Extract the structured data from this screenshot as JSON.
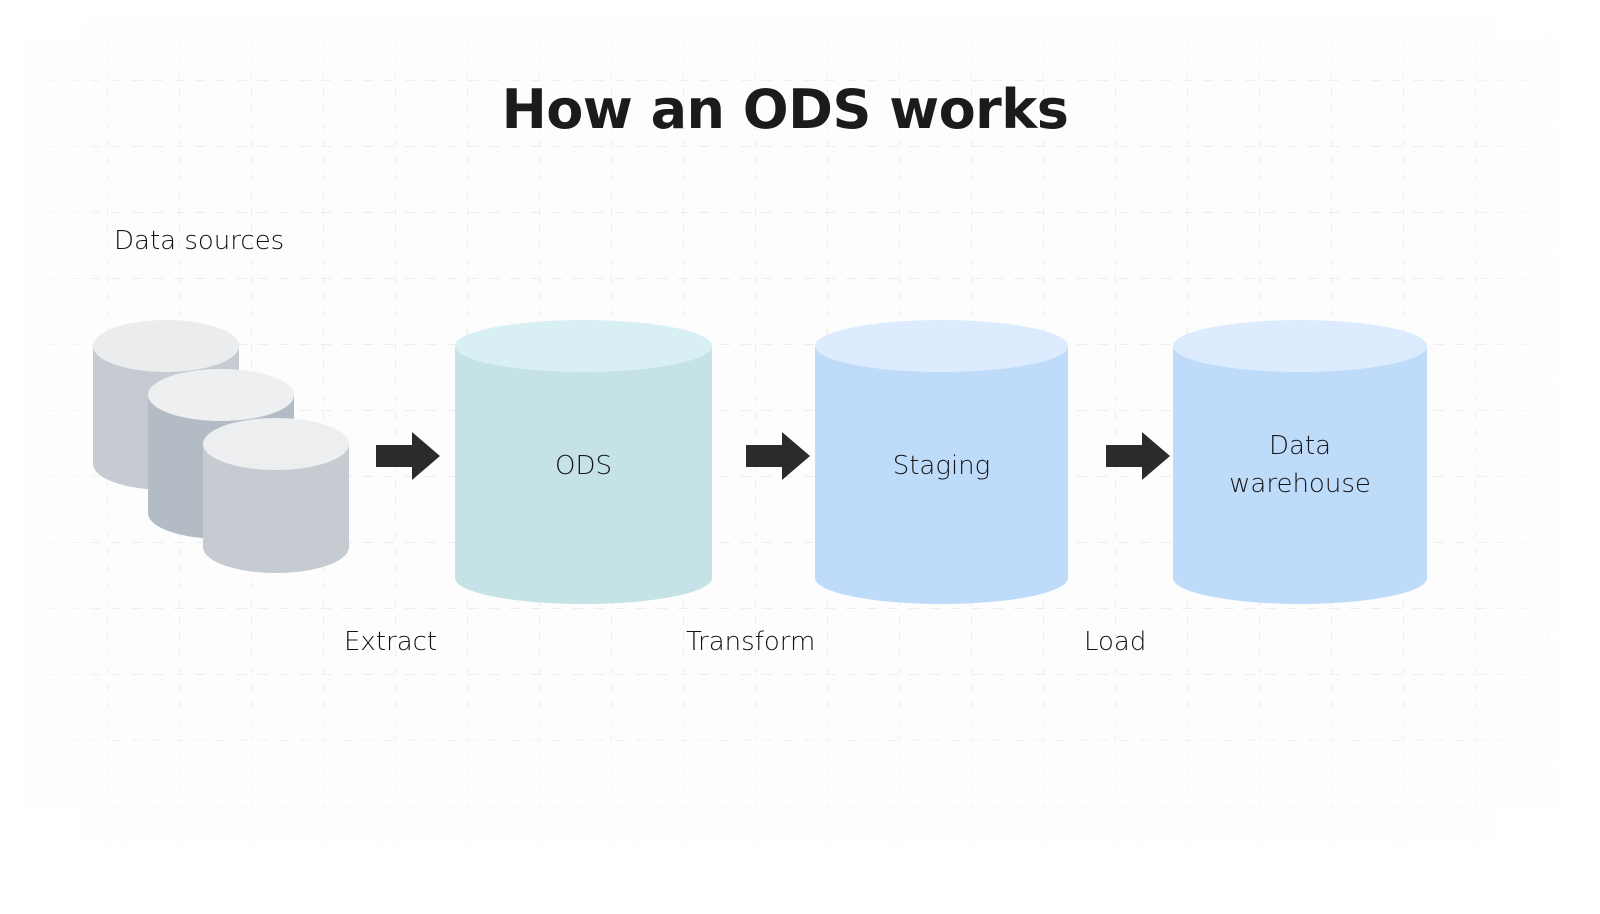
{
  "page": {
    "title": "How an ODS works",
    "background_color": "#fdfdfd",
    "grid_color": "#ededed"
  },
  "labels": {
    "data_sources": "Data sources",
    "extract": "Extract",
    "transform": "Transform",
    "load": "Load"
  },
  "diagram": {
    "type": "flow-diagram",
    "source_stack": {
      "name": "Data sources",
      "count": 3,
      "body_colors": [
        "#c5cbd1",
        "#b3bcc4",
        "#c5cbd1"
      ],
      "top_colors": [
        "#eaecee",
        "#eeeff1",
        "#eceef0"
      ]
    },
    "nodes": [
      {
        "id": "ods",
        "label": "ODS",
        "body_color": "#c5e2e6",
        "top_color": "#d8f0f3"
      },
      {
        "id": "staging",
        "label": "Staging",
        "body_color": "#bedcfa",
        "top_color": "#dcecfe"
      },
      {
        "id": "warehouse",
        "label": "Data\nwarehouse",
        "body_color": "#bedcfa",
        "top_color": "#dcecfe"
      }
    ],
    "arrows": [
      {
        "id": "arrow-extract",
        "label": "Extract",
        "color": "#2b2b2d"
      },
      {
        "id": "arrow-transform",
        "label": "Transform",
        "color": "#2b2b2d"
      },
      {
        "id": "arrow-load",
        "label": "Load",
        "color": "#2b2b2d"
      }
    ]
  }
}
